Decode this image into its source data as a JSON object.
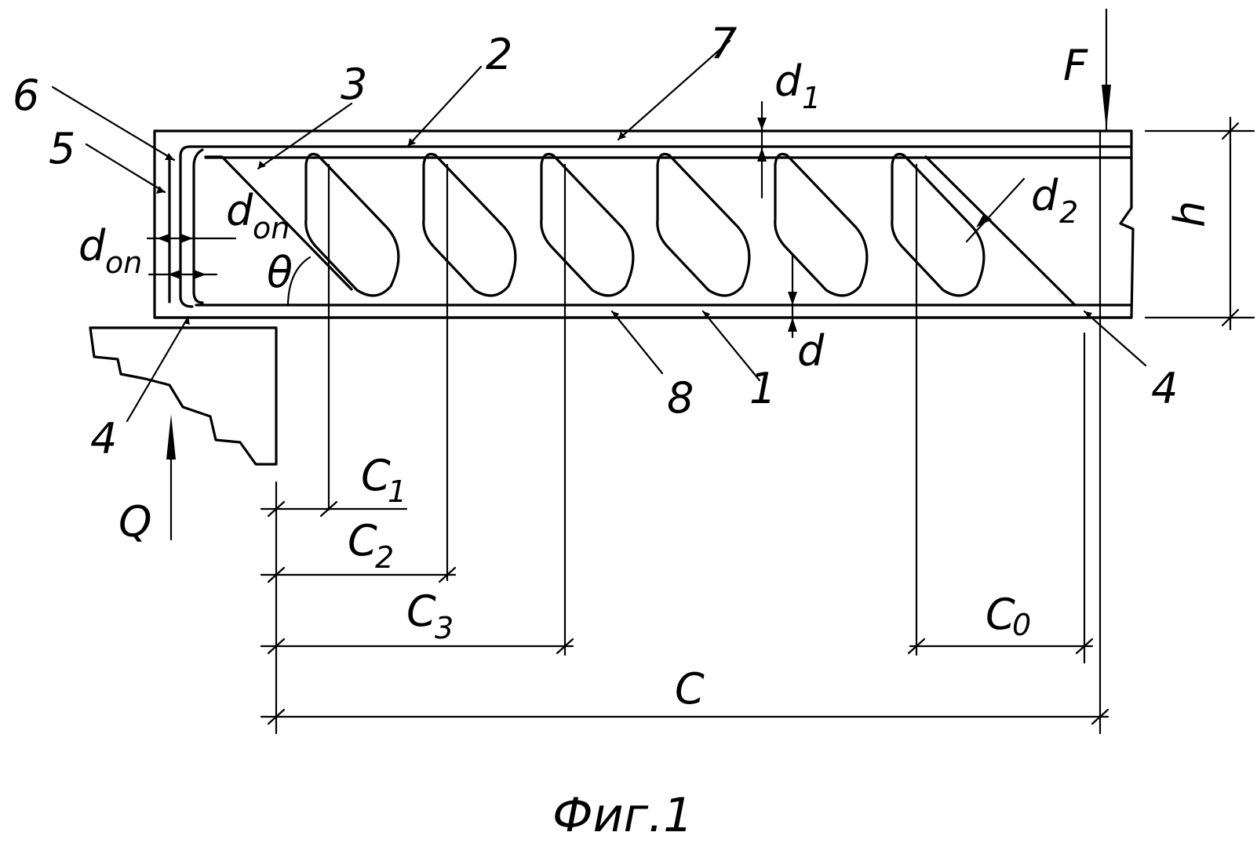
{
  "figure": {
    "caption": "Фиг.1",
    "colors": {
      "ink": "#000000",
      "paper": "#ffffff"
    },
    "callouts": {
      "one": "1",
      "two": "2",
      "three": "3",
      "four_left": "4",
      "four_right": "4",
      "five": "5",
      "six": "6",
      "seven": "7",
      "eight": "8"
    },
    "symbols": {
      "force": "F",
      "reaction": "Q",
      "height": "h",
      "angle": "θ",
      "d1_main": "d",
      "d1_sub": "1",
      "d2_main": "d",
      "d2_sub": "2",
      "d_bottom": "d",
      "don_upper_main": "d",
      "don_upper_sub": "on",
      "don_lower_main": "d",
      "don_lower_sub": "on"
    },
    "dimensions": {
      "c1_main": "C",
      "c1_sub": "1",
      "c2_main": "C",
      "c2_sub": "2",
      "c3_main": "C",
      "c3_sub": "3",
      "c0_main": "C",
      "c0_sub": "0",
      "c_total": "C"
    }
  }
}
